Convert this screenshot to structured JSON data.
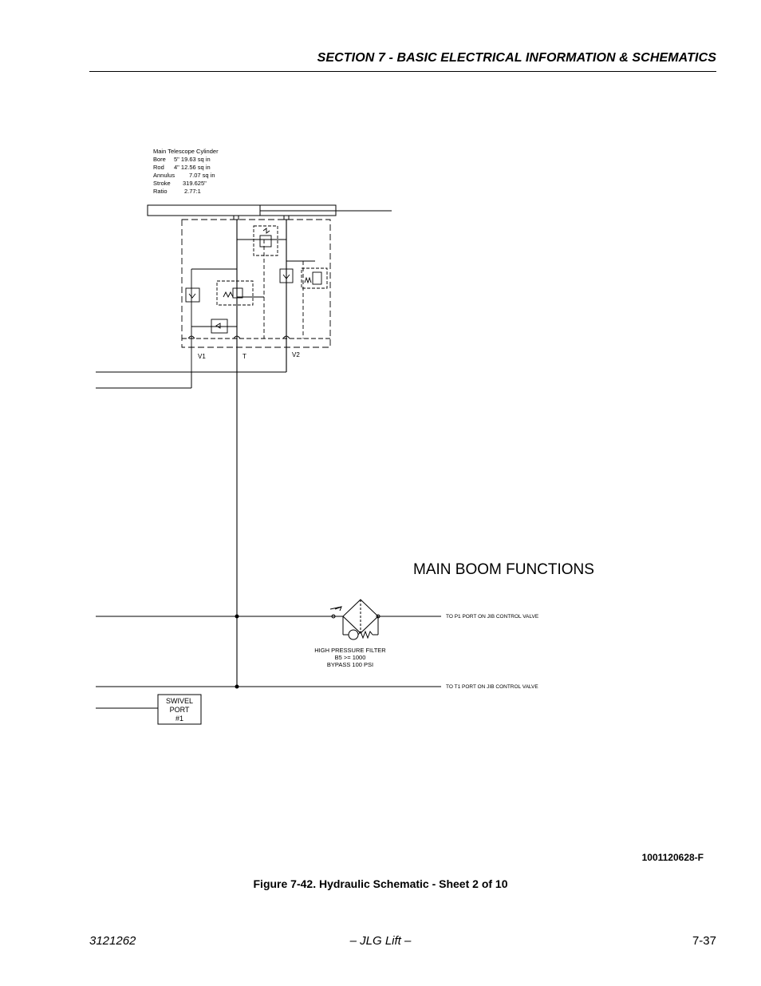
{
  "header": {
    "section_title": "SECTION 7 - BASIC ELECTRICAL INFORMATION & SCHEMATICS"
  },
  "schematic": {
    "cylinder_specs": {
      "title": "Main Telescope Cylinder",
      "rows": [
        {
          "label": "Bore",
          "value": "5\"   19.63 sq in"
        },
        {
          "label": "Rod",
          "value": "4\"   12.56 sq in"
        },
        {
          "label": "Annulus",
          "value": "7.07  sq in"
        },
        {
          "label": "Stroke",
          "value": "319.625\""
        },
        {
          "label": "Ratio",
          "value": "2.77:1"
        }
      ]
    },
    "port_labels": {
      "v1": "V1",
      "t": "T",
      "v2": "V2"
    },
    "main_label": "MAIN BOOM FUNCTIONS",
    "filter": {
      "line1": "HIGH PRESSURE FILTER",
      "line2": "B5 >= 1000",
      "line3": "BYPASS 100 PSI"
    },
    "to_p1": "TO P1 PORT ON JIB CONTROL VALVE",
    "to_t1": "TO T1 PORT ON JIB CONTROL VALVE",
    "swivel_port": {
      "line1": "SWIVEL",
      "line2": "PORT",
      "line3": "#1"
    }
  },
  "doc_number": "1001120628-F",
  "figure_caption": "Figure 7-42.  Hydraulic Schematic - Sheet 2 of 10",
  "footer": {
    "left": "3121262",
    "center": "– JLG Lift –",
    "right": "7-37"
  }
}
